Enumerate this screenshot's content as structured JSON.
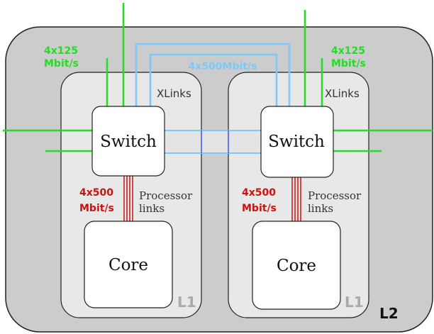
{
  "diagram": {
    "outer_label": "L2",
    "left_tile": {
      "label": "L1",
      "xlinks_label": "XLinks",
      "switch_label": "Switch",
      "core_label": "Core",
      "proc_links_line1": "Processor",
      "proc_links_line2": "links",
      "proc_rate_line1": "4x500",
      "proc_rate_line2": "Mbit/s",
      "ext_rate_line1": "4x125",
      "ext_rate_line2": "Mbit/s"
    },
    "right_tile": {
      "label": "L1",
      "xlinks_label": "XLinks",
      "switch_label": "Switch",
      "core_label": "Core",
      "proc_links_line1": "Processor",
      "proc_links_line2": "links",
      "proc_rate_line1": "4x500",
      "proc_rate_line2": "Mbit/s",
      "ext_rate_line1": "4x125",
      "ext_rate_line2": "Mbit/s"
    },
    "inter_rate_label": "4x500Mbit/s",
    "colors": {
      "external_links": "#22dd22",
      "inter_switch_links": "#7cc8f8",
      "processor_links": "#cc1111",
      "tile_fill": "#e8e8e8",
      "outer_fill": "#cccccc"
    }
  }
}
